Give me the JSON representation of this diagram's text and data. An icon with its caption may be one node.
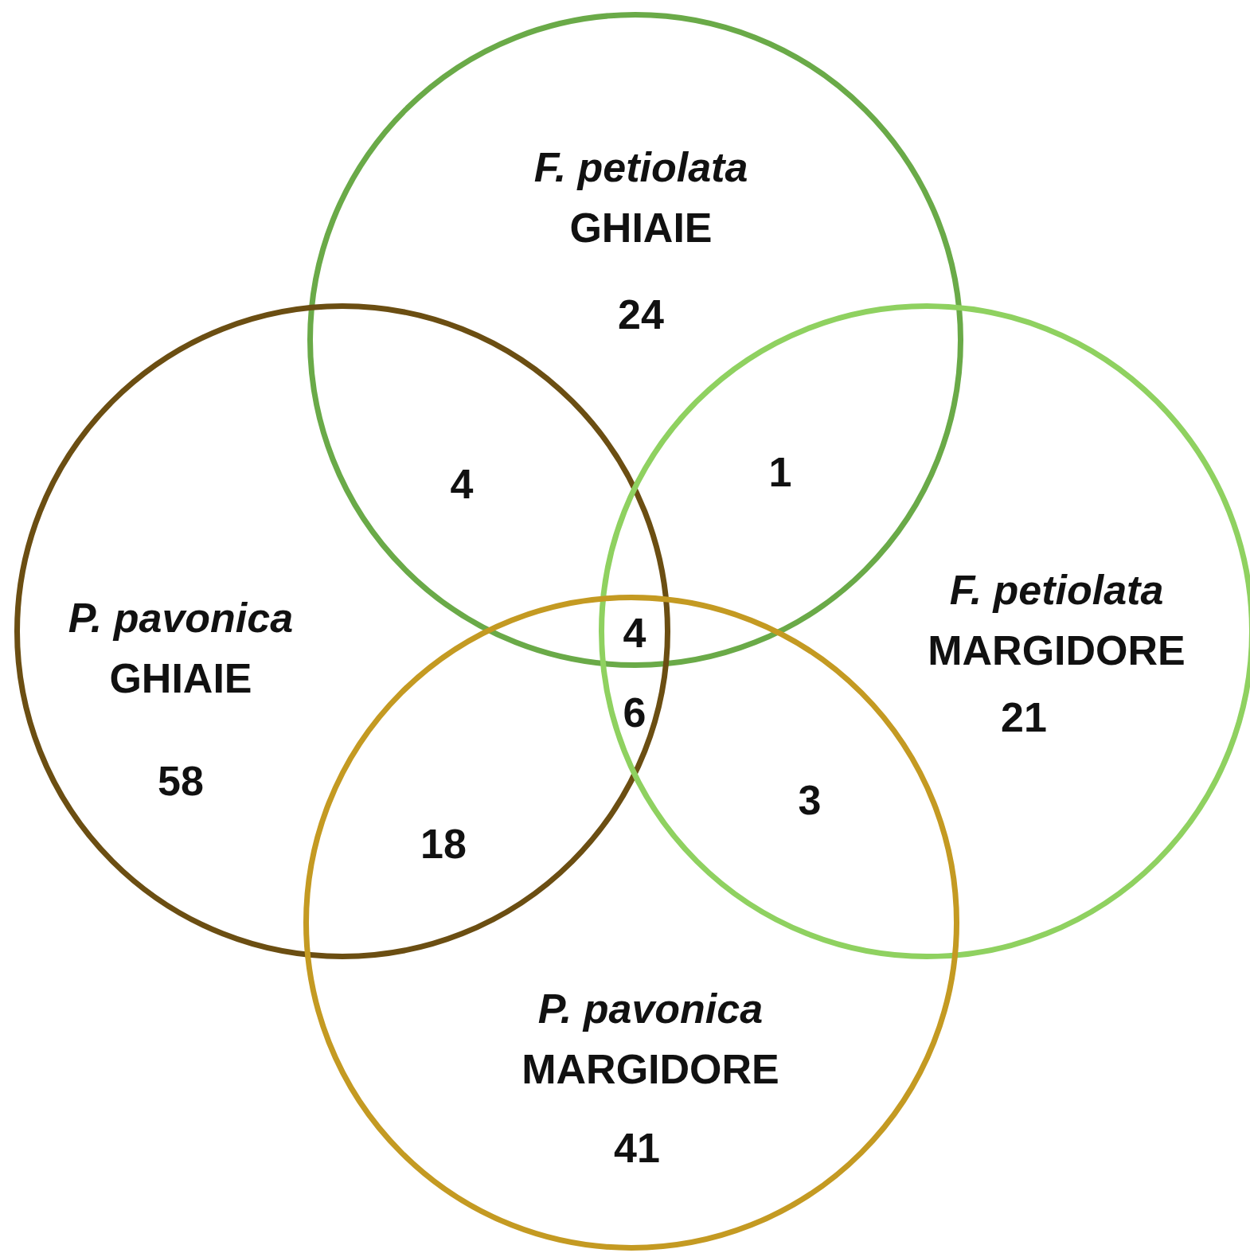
{
  "diagram": {
    "nodes": [
      {
        "text": [
          "*F. petiolata* GHIAIE",
          "24"
        ]
      },
      {
        "text": [
          "*P. pavonica* GHIAIE",
          "58"
        ]
      },
      {
        "text": [
          "*F. petiolata* MARGIDORE",
          "21"
        ]
      },
      {
        "text": [
          "*P. pavonica* MARGIDORE",
          "41"
        ]
      }
    ],
    "labels": [
      "1",
      "4",
      "4",
      "6",
      "3",
      "18"
    ]
  }
}
